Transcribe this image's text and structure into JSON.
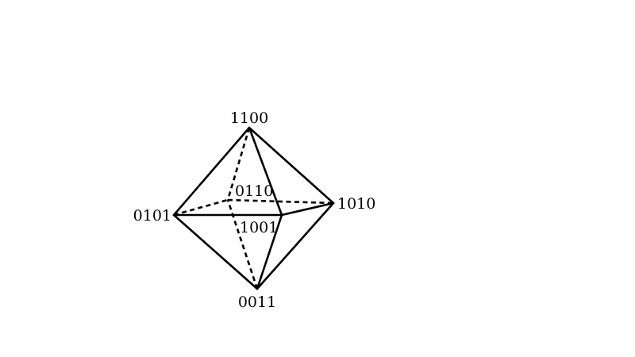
{
  "vertices": {
    "top": "1100",
    "left": "0101",
    "right": "1010",
    "back": "0110",
    "front": "1001",
    "bottom": "0011"
  },
  "edges": {
    "solid": [
      [
        "1100",
        "0101"
      ],
      [
        "1100",
        "1010"
      ],
      [
        "1100",
        "1001"
      ],
      [
        "0011",
        "0101"
      ],
      [
        "0011",
        "1010"
      ],
      [
        "0011",
        "1001"
      ],
      [
        "0101",
        "1001"
      ],
      [
        "1001",
        "1010"
      ]
    ],
    "dashed": [
      [
        "1100",
        "0110"
      ],
      [
        "0011",
        "0110"
      ],
      [
        "0101",
        "0110"
      ],
      [
        "0110",
        "1010"
      ]
    ]
  },
  "colors": {
    "stroke": "#000000",
    "background": "#ffffff"
  }
}
